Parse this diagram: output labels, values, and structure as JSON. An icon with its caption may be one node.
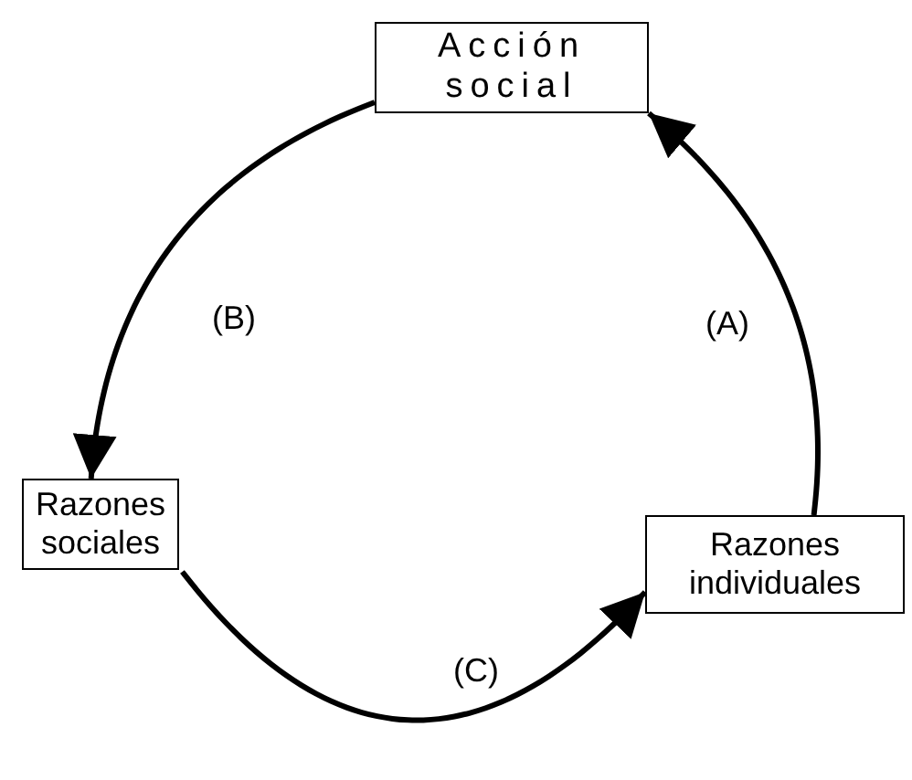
{
  "diagram": {
    "nodes": [
      {
        "text": [
          "Acción social"
        ]
      },
      {
        "text": [
          "Razones sociales"
        ]
      },
      {
        "text": [
          "Razones individuales"
        ]
      }
    ],
    "edges": [
      {
        "from": 0,
        "to": 1,
        "arrow": "to",
        "label": "(B)"
      },
      {
        "from": 2,
        "to": 0,
        "arrow": "to",
        "label": "(A)"
      },
      {
        "from": 1,
        "to": 2,
        "arrow": "to",
        "label": "(C)"
      }
    ]
  }
}
